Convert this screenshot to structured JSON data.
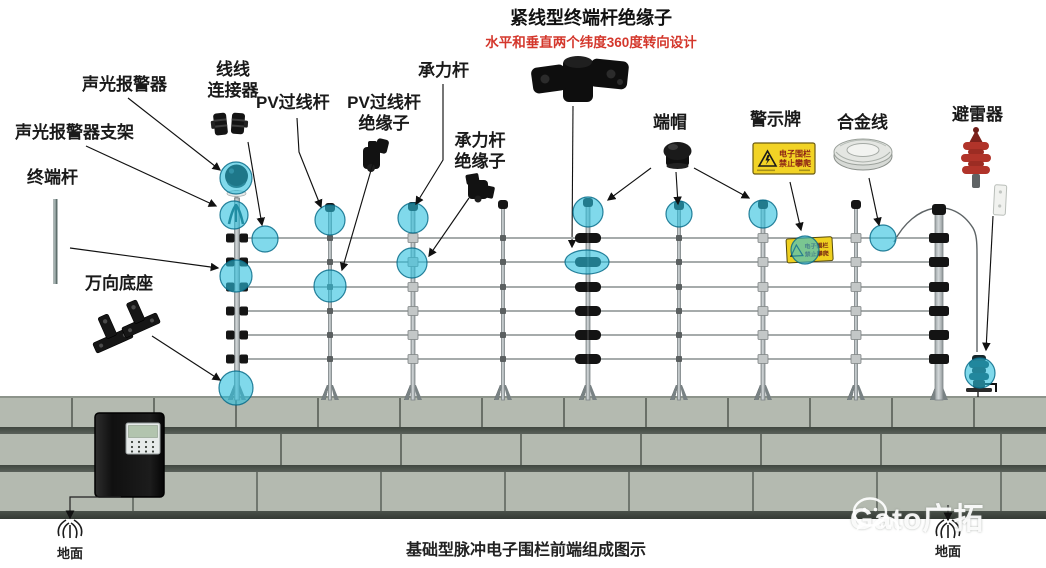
{
  "header": {
    "title": "紧线型终端杆绝缘子",
    "subtitle": "水平和垂直两个纬度360度转向设计"
  },
  "labels": {
    "sound_light_alarm": "声光报警器",
    "alarm_bracket": "声光报警器支架",
    "terminal_pole": "终端杆",
    "universal_base": "万向底座",
    "wire_connector_line1": "线线",
    "wire_connector_line2": "连接器",
    "pv_pass_pole": "PV过线杆",
    "pv_insulator_line1": "PV过线杆",
    "pv_insulator_line2": "绝缘子",
    "bearing_pole": "承力杆",
    "bearing_insulator_line1": "承力杆",
    "bearing_insulator_line2": "绝缘子",
    "end_cap": "端帽",
    "warning_sign": "警示牌",
    "alloy_wire": "合金线",
    "lightning_arrester": "避雷器"
  },
  "warning_sign_text": {
    "line1": "电子围栏",
    "line2": "禁止攀爬"
  },
  "ground": {
    "left": "地面",
    "right": "地面"
  },
  "caption": "基础型脉冲电子围栏前端组成图示",
  "watermark": "Gato广拓",
  "colors": {
    "highlight_cyan": "#2cc0de",
    "sign_yellow": "#f2d325",
    "arrester_red": "#b1342a",
    "subtitle_red": "#d4372c"
  }
}
